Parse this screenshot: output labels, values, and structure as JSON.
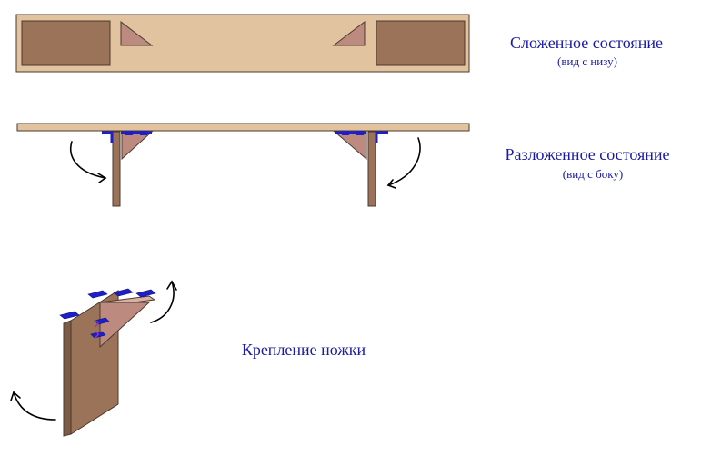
{
  "labels": {
    "folded_title": "Сложенное состояние",
    "folded_sub": "(вид с низу)",
    "unfolded_title": "Разложенное состояние",
    "unfolded_sub": "(вид с боку)",
    "mount_title": "Крепление ножки"
  },
  "colors": {
    "board": "#e1c3a0",
    "leg": "#9b7358",
    "bracket": "#bd8a80",
    "hinge": "#1f1fc8",
    "purple_screw": "#9933cc",
    "text": "#1a1aa6",
    "outline": "#4a3a2e"
  }
}
